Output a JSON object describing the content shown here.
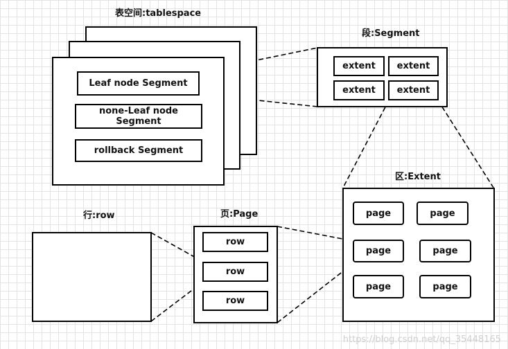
{
  "tablespace": {
    "title": "表空间:tablespace",
    "segments": [
      "Leaf node Segment",
      "none-Leaf node\nSegment",
      "rollback Segment"
    ]
  },
  "segment": {
    "title": "段:Segment",
    "extents": [
      "extent",
      "extent",
      "extent",
      "extent"
    ]
  },
  "extent": {
    "title": "区:Extent",
    "pages": [
      "page",
      "page",
      "page",
      "page",
      "page",
      "page"
    ]
  },
  "page": {
    "title": "页:Page",
    "rows": [
      "row",
      "row",
      "row"
    ]
  },
  "row": {
    "title": "行:row"
  },
  "watermark": "https://blog.csdn.net/qq_35448165"
}
